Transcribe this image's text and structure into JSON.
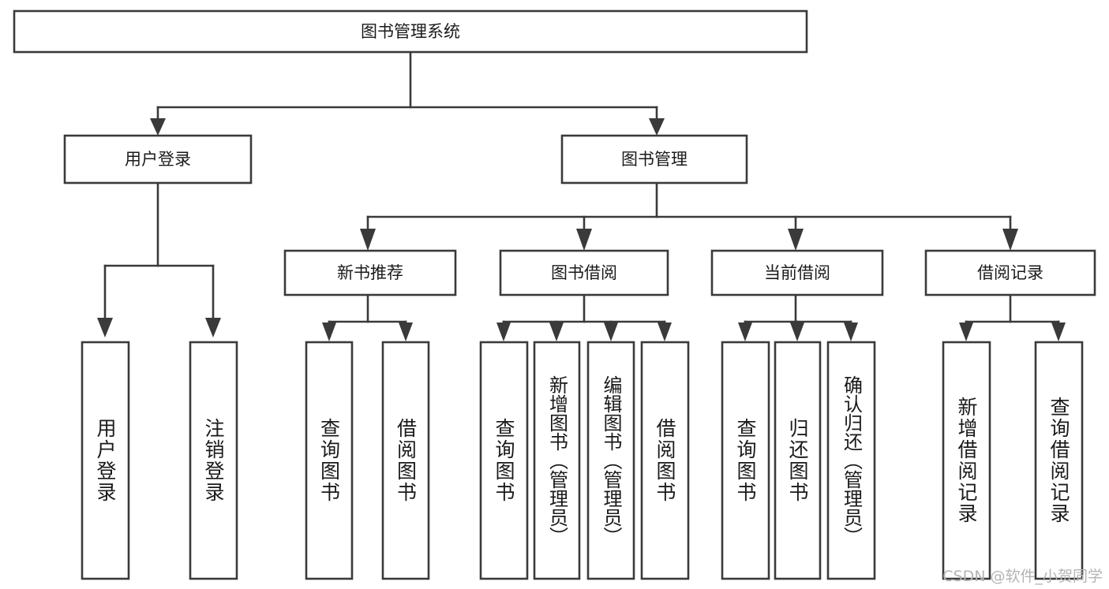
{
  "diagram": {
    "title": "图书管理系统",
    "type": "tree-hierarchy-diagram",
    "colors": {
      "background": "#ffffff",
      "box_fill": "#ffffff",
      "box_stroke": "#3a3a3a",
      "text": "#1a1a1a",
      "watermark": "#b4b4b4"
    },
    "root": {
      "label": "图书管理系统"
    },
    "level2": [
      {
        "label": "用户登录"
      },
      {
        "label": "图书管理"
      }
    ],
    "level3": [
      {
        "label": "新书推荐"
      },
      {
        "label": "图书借阅"
      },
      {
        "label": "当前借阅"
      },
      {
        "label": "借阅记录"
      }
    ],
    "leaves": {
      "user_login": [
        {
          "label": "用户登录"
        },
        {
          "label": "注销登录"
        }
      ],
      "new_book_recommend": [
        {
          "label": "查询图书"
        },
        {
          "label": "借阅图书"
        }
      ],
      "book_borrow": [
        {
          "label": "查询图书"
        },
        {
          "label": "新增图书（管理员）"
        },
        {
          "label": "编辑图书（管理员）"
        },
        {
          "label": "借阅图书"
        }
      ],
      "current_borrow": [
        {
          "label": "查询图书"
        },
        {
          "label": "归还图书"
        },
        {
          "label": "确认归还（管理员）"
        }
      ],
      "borrow_record": [
        {
          "label": "新增借阅记录"
        },
        {
          "label": "查询借阅记录"
        }
      ]
    },
    "watermark": "CSDN @软件_小贺同学"
  }
}
